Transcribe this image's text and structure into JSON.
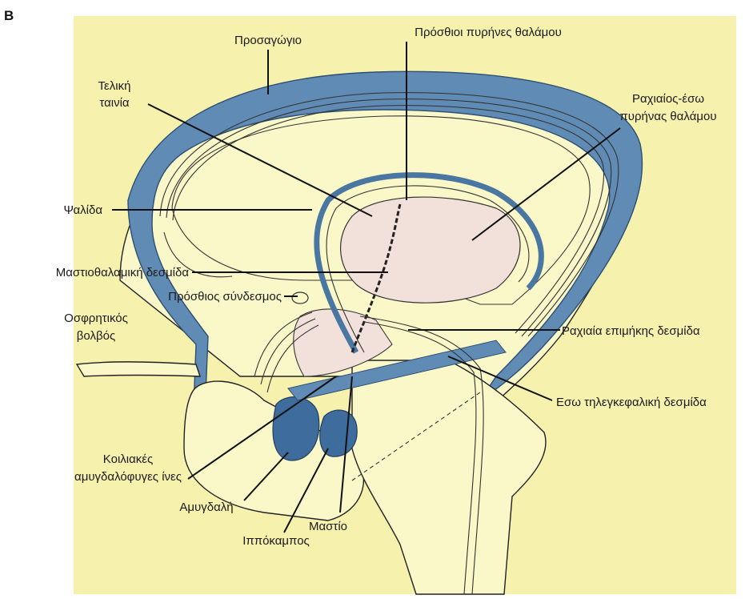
{
  "figure": {
    "panel_letter": "B",
    "colors": {
      "background": "#f7f1ae",
      "pale_yellow": "#faf7c8",
      "tract_blue": "#5f8bb5",
      "tract_blue_dark": "#4a76a2",
      "nucleus_blue": "#3e6c9c",
      "thalamus_pink": "#f2e0da",
      "line": "#222222"
    }
  },
  "labels": {
    "prosagogio": "Προσαγώγιο",
    "anterior_thalamic_nuclei": "Πρόσθιοι πυρήνες θαλάμου",
    "stria_terminalis_line1": "Τελική",
    "stria_terminalis_line2": "ταινία",
    "mediodorsal_line1": "Ραχιαίος-έσω",
    "mediodorsal_line2": "πυρήνας θαλάμου",
    "fornix": "Ψαλίδα",
    "mammillothalamic": "Μαστιοθαλαμική δεσμίδα",
    "anterior_commissure": "Πρόσθιος σύνδεσμος",
    "olfactory_bulb_line1": "Οσφρητικός",
    "olfactory_bulb_line2": "βολβός",
    "dorsal_longitudinal": "Ραχιαία επιμήκης δεσμίδα",
    "medial_forebrain_bundle": "Εσω τηλεγκεφαλική δεσμίδα",
    "ventral_amygdalofugal_line1": "Κοιλιακές",
    "ventral_amygdalofugal_line2": "αμυγδαλόφυγες ίνες",
    "amygdala": "Αμυγδαλή",
    "mammillary": "Μαστίο",
    "hippocampus": "Ιππόκαμπος"
  }
}
